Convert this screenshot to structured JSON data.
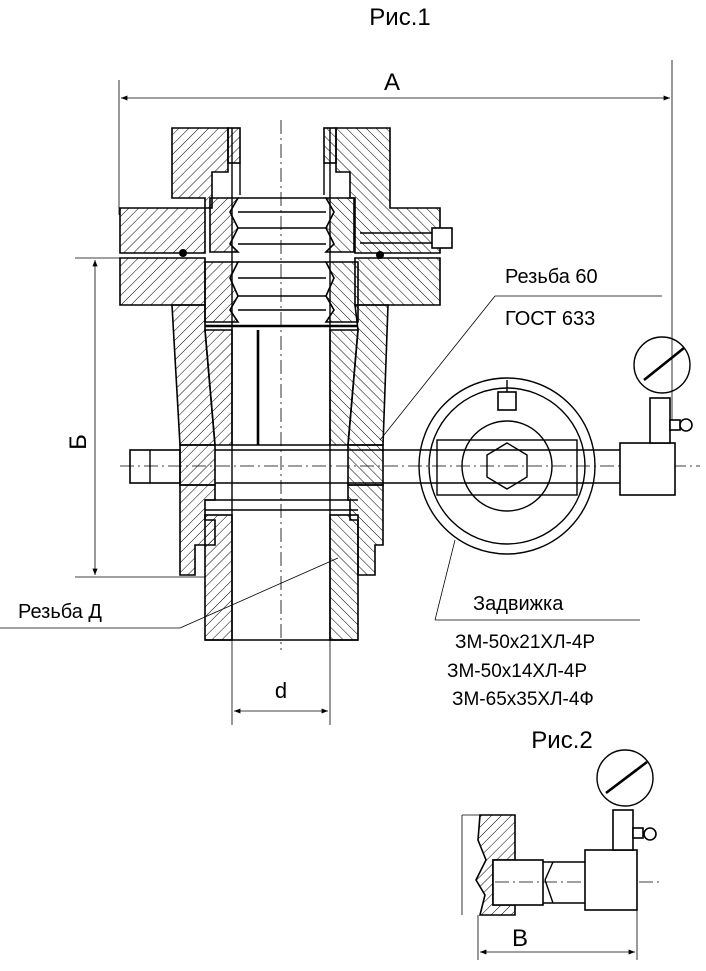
{
  "figure1": {
    "title": "Рис.1",
    "dim_A": "А",
    "dim_B": "Б",
    "dim_d": "d",
    "thread_label_line1": "Резьба 60",
    "thread_label_line2": "ГОСТ 633",
    "thread_D_label": "Резьба Д",
    "valve_label": "Задвижка",
    "valve_models": [
      "ЗМ-50х21ХЛ-4Р",
      "ЗМ-50х14ХЛ-4Р",
      "ЗМ-65х35ХЛ-4Ф"
    ]
  },
  "figure2": {
    "title": "Рис.2",
    "dim_V": "В"
  }
}
